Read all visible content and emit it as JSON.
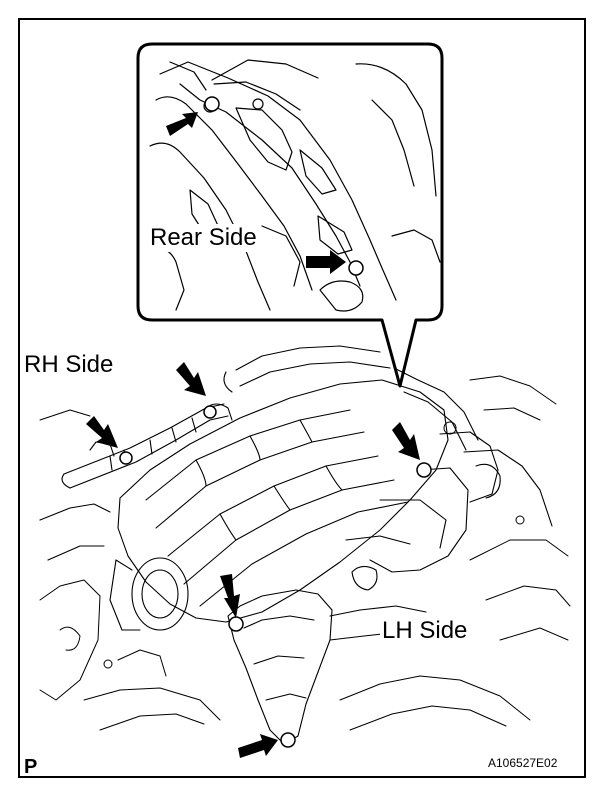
{
  "labels": {
    "rear_side": "Rear Side",
    "rh_side": "RH Side",
    "lh_side": "LH Side"
  },
  "footer": {
    "page_code": "P",
    "figure_code": "A106527E02"
  },
  "icons": [
    "arrow-icon",
    "bolt-icon"
  ],
  "colors": {
    "line": "#000000",
    "background": "#ffffff"
  }
}
